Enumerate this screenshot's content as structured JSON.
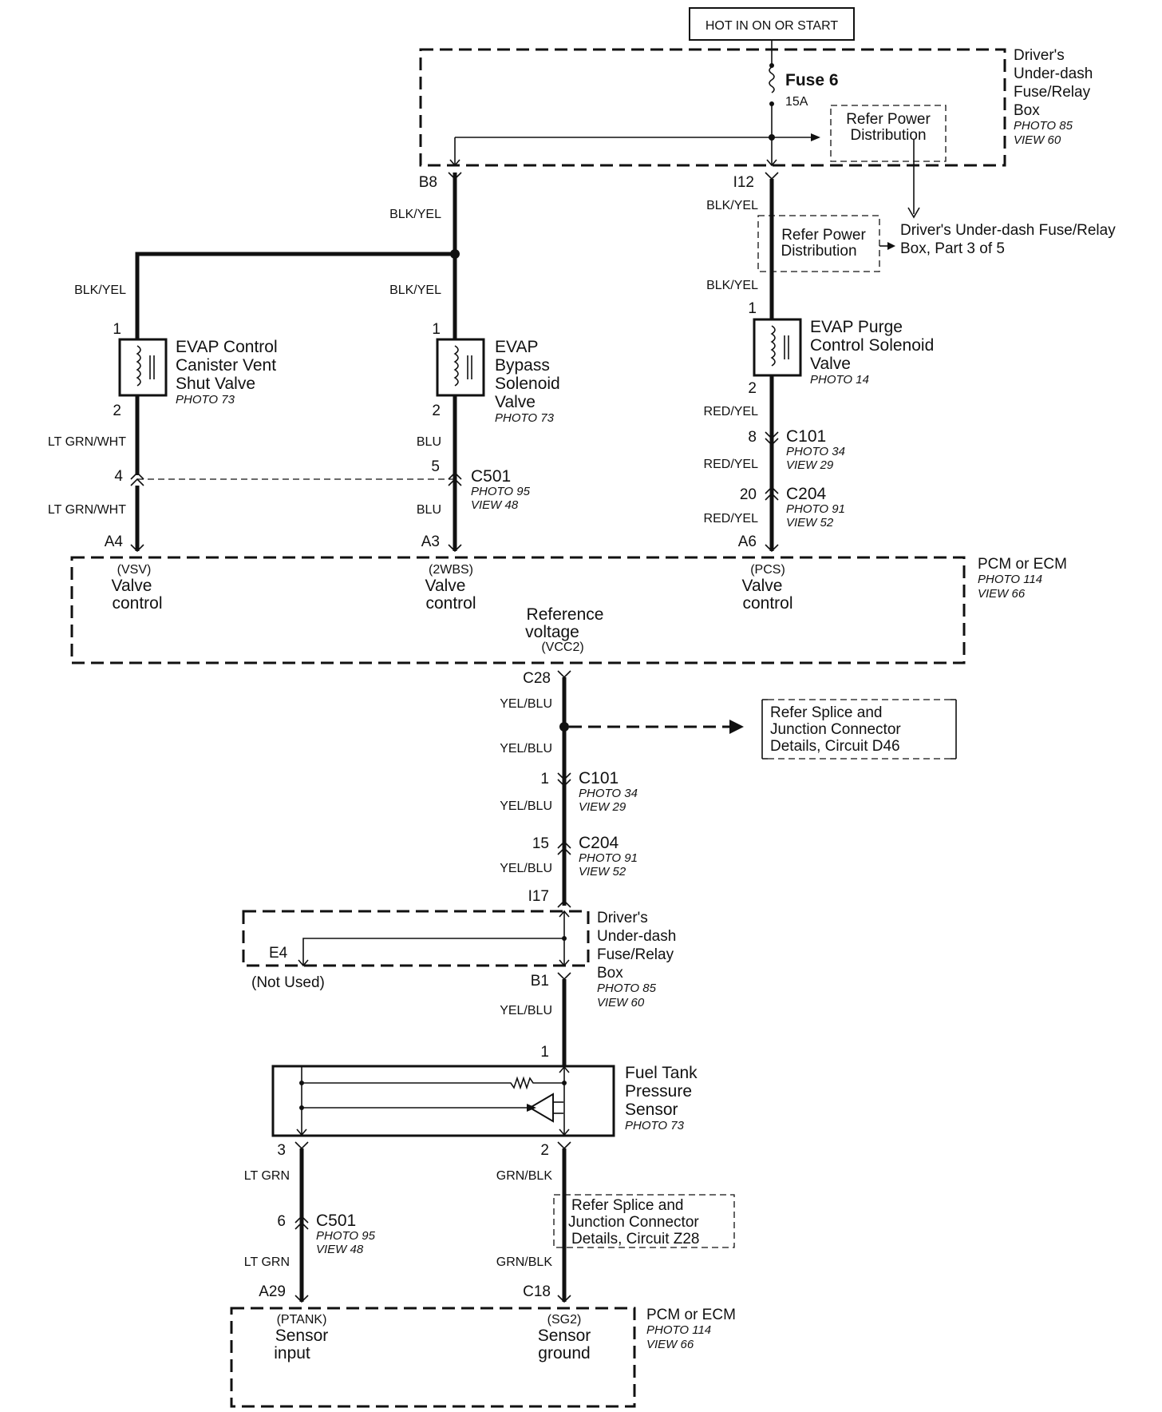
{
  "hot_label": "HOT IN ON OR START",
  "top_fuse_box": {
    "title_lines": [
      "Driver's",
      "Under-dash",
      "Fuse/Relay",
      "Box"
    ],
    "photo": "PHOTO 85",
    "view": "VIEW 60",
    "fuse_name": "Fuse 6",
    "fuse_rating": "15A",
    "refer_lines": [
      "Refer Power",
      "Distribution"
    ],
    "terminal_left": "B8",
    "terminal_right": "I12"
  },
  "power_dist_ref": {
    "refer_lines": [
      "Refer Power",
      "Distribution"
    ],
    "target_lines": [
      "Driver's Under-dash Fuse/Relay",
      "Box, Part 3 of 5"
    ]
  },
  "wires": {
    "blk_yel": "BLK/YEL",
    "lt_grn_wht": "LT GRN/WHT",
    "blu": "BLU",
    "red_yel": "RED/YEL",
    "yel_blu": "YEL/BLU",
    "lt_grn": "LT GRN",
    "grn_blk": "GRN/BLK"
  },
  "components": {
    "canister": {
      "title_lines": [
        "EVAP Control",
        "Canister Vent",
        "Shut Valve"
      ],
      "photo": "PHOTO 73",
      "pin_top": "1",
      "pin_bottom": "2"
    },
    "bypass": {
      "title_lines": [
        "EVAP",
        "Bypass",
        "Solenoid",
        "Valve"
      ],
      "photo": "PHOTO 73",
      "pin_top": "1",
      "pin_bottom": "2"
    },
    "purge": {
      "title_lines": [
        "EVAP Purge",
        "Control Solenoid",
        "Valve"
      ],
      "photo": "PHOTO 14",
      "pin_top": "1",
      "pin_bottom": "2"
    },
    "fuel_sensor": {
      "title_lines": [
        "Fuel Tank",
        "Pressure",
        "Sensor"
      ],
      "photo": "PHOTO 73",
      "pin_1": "1",
      "pin_2": "2",
      "pin_3": "3"
    }
  },
  "connectors": {
    "c501_top": {
      "name": "C501",
      "photo": "PHOTO 95",
      "view": "VIEW 48",
      "pin_left": "4",
      "pin_right": "5"
    },
    "c101_top": {
      "name": "C101",
      "photo": "PHOTO 34",
      "view": "VIEW 29",
      "pin": "8"
    },
    "c204_top": {
      "name": "C204",
      "photo": "PHOTO 91",
      "view": "VIEW 52",
      "pin": "20"
    },
    "c101_mid": {
      "name": "C101",
      "photo": "PHOTO 34",
      "view": "VIEW 29",
      "pin": "1"
    },
    "c204_mid": {
      "name": "C204",
      "photo": "PHOTO 91",
      "view": "VIEW 52",
      "pin": "15"
    },
    "c501_bot": {
      "name": "C501",
      "photo": "PHOTO 95",
      "view": "VIEW 48",
      "pin": "6"
    }
  },
  "pcm_top": {
    "title": "PCM or ECM",
    "photo": "PHOTO 114",
    "view": "VIEW 66",
    "pins": {
      "a4": "A4",
      "a3": "A3",
      "a6": "A6",
      "c28": "C28"
    },
    "vsv_abbr": "(VSV)",
    "wbs_abbr": "(2WBS)",
    "pcs_abbr": "(PCS)",
    "valve_control_lines": [
      "Valve",
      "control"
    ],
    "ref_voltage_lines": [
      "Reference",
      "voltage"
    ],
    "vcc2_abbr": "(VCC2)"
  },
  "splice_ref_d46": [
    "Refer Splice and",
    "Junction Connector",
    "Details, Circuit D46"
  ],
  "lower_fuse_box": {
    "title_lines": [
      "Driver's",
      "Under-dash",
      "Fuse/Relay",
      "Box"
    ],
    "photo": "PHOTO 85",
    "view": "VIEW 60",
    "terminal_top": "I17",
    "terminal_bottom": "B1",
    "terminal_e4": "E4",
    "not_used": "(Not Used)"
  },
  "splice_ref_z28": [
    "Refer Splice and",
    "Junction Connector",
    "Details, Circuit Z28"
  ],
  "pcm_bottom": {
    "title": "PCM or ECM",
    "photo": "PHOTO 114",
    "view": "VIEW 66",
    "pin_a29": "A29",
    "pin_c18": "C18",
    "ptank_abbr": "(PTANK)",
    "sensor_input_lines": [
      "Sensor",
      "input"
    ],
    "sg2_abbr": "(SG2)",
    "sensor_ground_lines": [
      "Sensor",
      "ground"
    ]
  }
}
